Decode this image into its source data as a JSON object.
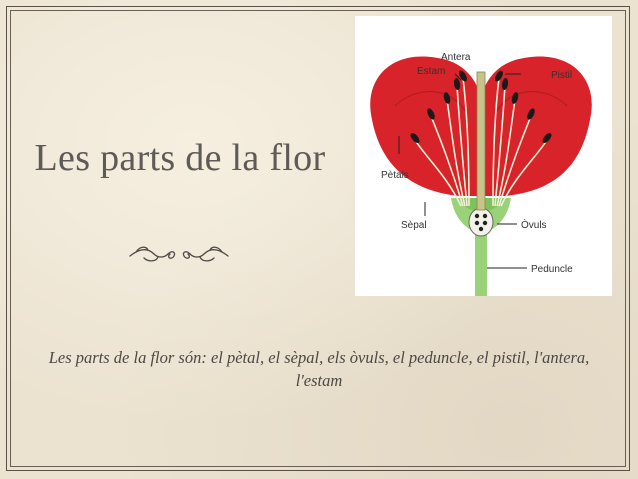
{
  "slide": {
    "title": "Les parts de la flor",
    "caption": "Les parts de la flor són: el pètal, el sèpal, els òvuls, el peduncle, el pistil, l'antera, l'estam"
  },
  "diagram": {
    "labels": {
      "antera": "Antera",
      "estam": "Estam",
      "pistil": "Pistil",
      "petals": "Pètals",
      "sepal": "Sèpal",
      "ovuls": "Òvuls",
      "peduncle": "Peduncle"
    },
    "colors": {
      "petal": "#d8232a",
      "stem": "#9ad27a",
      "anther": "#1a1a1a"
    }
  }
}
